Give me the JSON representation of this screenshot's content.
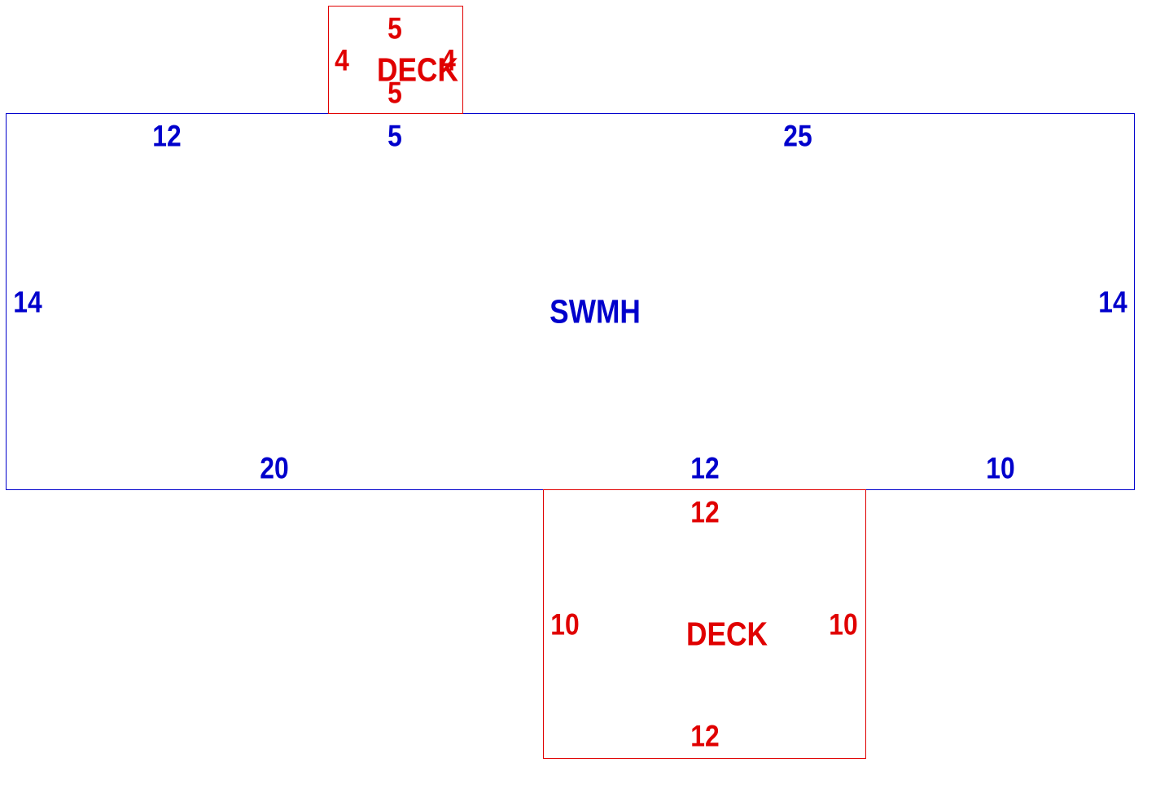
{
  "colors": {
    "home": "#0000cc",
    "deck": "#e00000",
    "background": "#ffffff"
  },
  "home": {
    "name": "SWMH",
    "dims": {
      "top_left": "12",
      "top_middle": "5",
      "top_right": "25",
      "left": "14",
      "right": "14",
      "bottom_left": "20",
      "bottom_middle": "12",
      "bottom_right": "10"
    }
  },
  "small_deck": {
    "name": "DECK",
    "dims": {
      "top": "5",
      "left": "4",
      "right": "4",
      "bottom": "5"
    }
  },
  "large_deck": {
    "name": "DECK",
    "dims": {
      "top": "12",
      "left": "10",
      "right": "10",
      "bottom": "12"
    }
  }
}
